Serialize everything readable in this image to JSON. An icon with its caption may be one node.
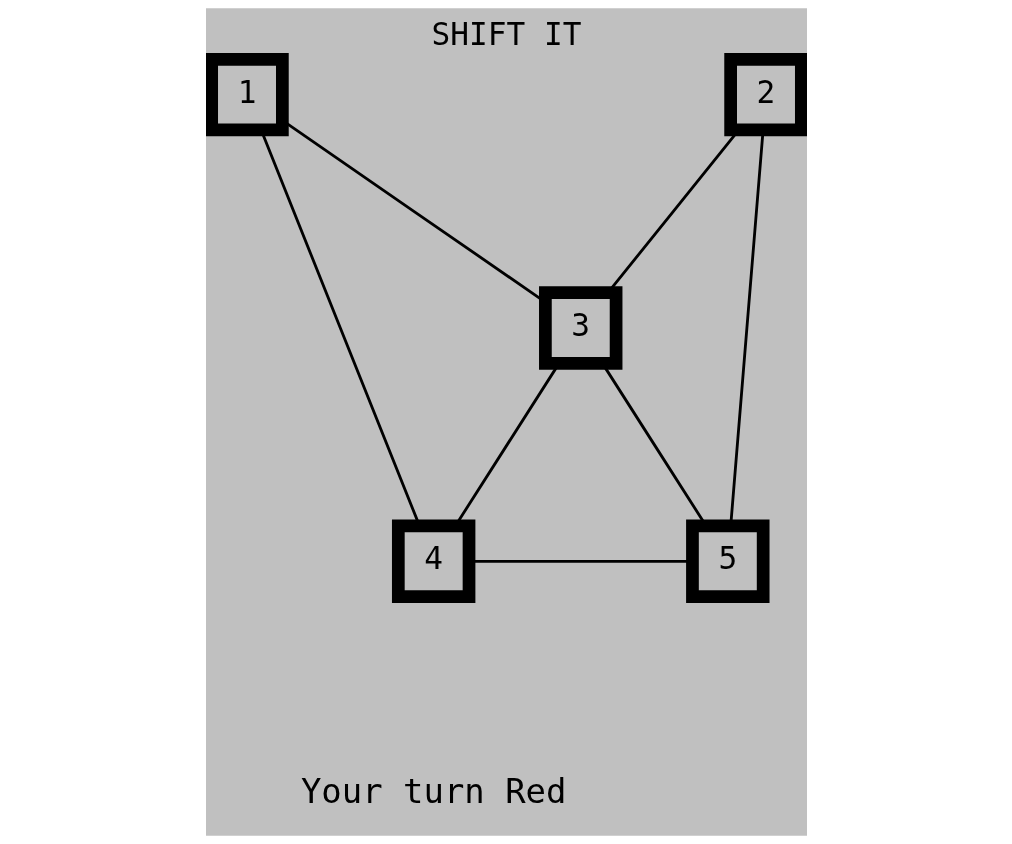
{
  "diagram": {
    "title": "SHIFT IT",
    "nodes": [
      {
        "text": [
          "1"
        ]
      },
      {
        "text": [
          "2"
        ]
      },
      {
        "text": [
          "3"
        ]
      },
      {
        "text": [
          "4"
        ]
      },
      {
        "text": [
          "5"
        ]
      }
    ],
    "edges": [
      {
        "from": 0,
        "to": 3,
        "arrow": "none"
      },
      {
        "from": 0,
        "to": 2,
        "arrow": "none"
      },
      {
        "from": 1,
        "to": 2,
        "arrow": "none"
      },
      {
        "from": 1,
        "to": 4,
        "arrow": "none"
      },
      {
        "from": 2,
        "to": 3,
        "arrow": "none"
      },
      {
        "from": 2,
        "to": 4,
        "arrow": "none"
      },
      {
        "from": 3,
        "to": 4,
        "arrow": "none"
      }
    ],
    "labels": [
      "Your turn Red"
    ]
  }
}
